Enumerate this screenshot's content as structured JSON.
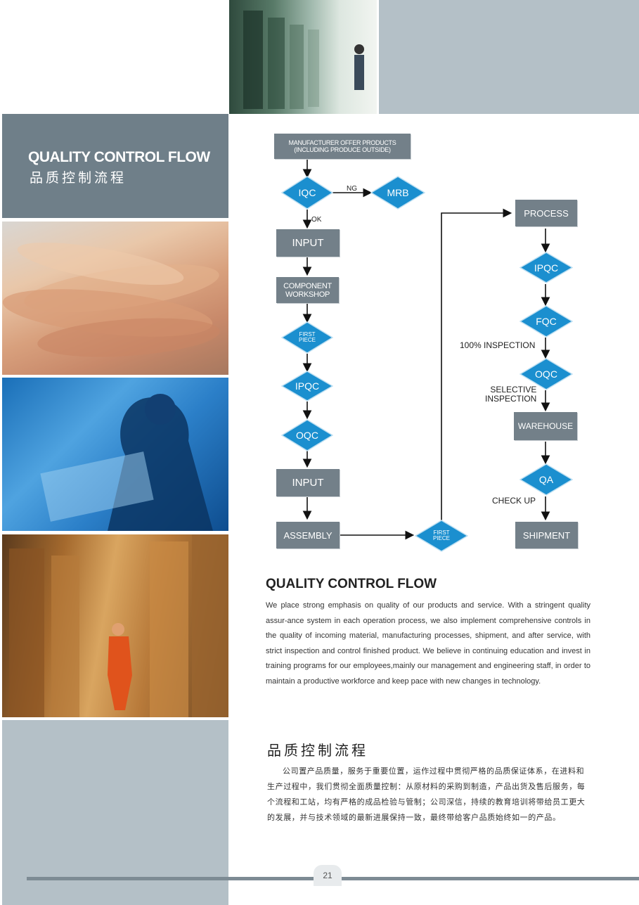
{
  "sidebar": {
    "title_en": "QUALITY CONTROL FLOW",
    "title_cn": "品质控制流程"
  },
  "flowchart": {
    "start_box": "MANUFACTURER OFFER PRODUCTS\n(INCLUDING PRODUCE OUTSIDE)",
    "iqc": "IQC",
    "ng_label": "NG",
    "mrb": "MRB",
    "ok_label": "OK",
    "input_1": "INPUT",
    "component_workshop": "COMPONENT\nWORKSHOP",
    "first_piece_1": "FIRST\nPIECE",
    "ipqc_1": "IPQC",
    "oqc_1": "OQC",
    "input_2": "INPUT",
    "assembly": "ASSEMBLY",
    "first_piece_2": "FIRST\nPIECE",
    "process": "PROCESS",
    "ipqc_2": "IPQC",
    "fqc": "FQC",
    "inspection_100": "100% INSPECTION",
    "oqc_2": "OQC",
    "selective_inspection": "SELECTIVE\nINSPECTION",
    "warehouse": "WAREHOUSE",
    "qa": "QA",
    "check_up": "CHECK UP",
    "shipment": "SHIPMENT"
  },
  "section_en": {
    "title": "QUALITY CONTROL FLOW",
    "body": "We place strong emphasis on quality of our products and service. With a stringent quality assur-ance system in each operation process, we also implement comprehensive controls in the quality of incoming material, manufacturing processes, shipment, and after service, with strict inspection and control finished product. We believe in continuing education and invest in training programs for our employees,mainly our management and engineering staff, in order to maintain a productive workforce and keep pace with new changes in technology."
  },
  "section_cn": {
    "title": "品质控制流程",
    "body": "公司置产品质量，服务于重要位置，运作过程中贯彻严格的品质保证体系，在进料和生产过程中，我们贯彻全面质量控制：从原材料的采购到制造，产品出货及售后服务，每个流程和工站，均有严格的成品检验与管制；公司深信，持续的教育培训将带给员工更大的发展，并与技术领域的最新进展保持一致，最终带给客户品质始终如一的产品。"
  },
  "footer": {
    "page_number": "21"
  },
  "colors": {
    "panel_dark": "#6f7f89",
    "panel_light": "#b4c0c7",
    "box": "#738089",
    "diamond": "#1b8fcf"
  }
}
